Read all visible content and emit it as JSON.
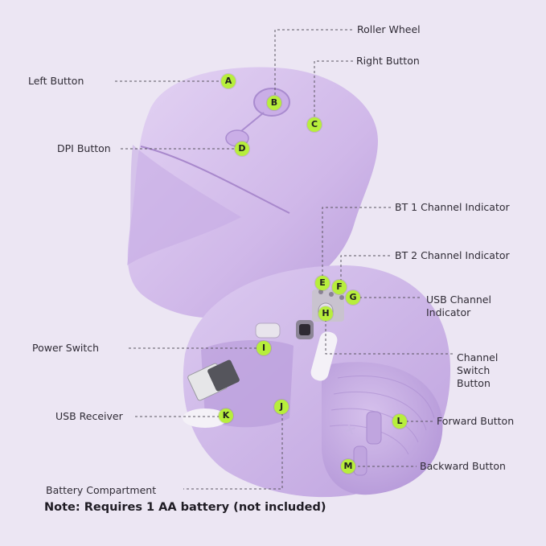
{
  "badges": {
    "a": "A",
    "b": "B",
    "c": "C",
    "d": "D",
    "e": "E",
    "f": "F",
    "g": "G",
    "h": "H",
    "i": "I",
    "j": "J",
    "k": "K",
    "l": "L",
    "m": "M"
  },
  "labels": {
    "roller_wheel": "Roller Wheel",
    "right_button": "Right Button",
    "left_button": "Left Button",
    "dpi_button": "DPI Button",
    "bt1_indicator": "BT 1  Channel Indicator",
    "bt2_indicator": "BT 2  Channel Indicator",
    "usb_indicator_line1": "USB Channel",
    "usb_indicator_line2": "Indicator",
    "power_switch": "Power Switch",
    "channel_switch_line1": "Channel",
    "channel_switch_line2": "Switch",
    "channel_switch_line3": "Button",
    "usb_receiver": "USB Receiver",
    "forward_button": "Forward Button",
    "backward_button": "Backward Button",
    "battery_compartment": "Battery Compartment"
  },
  "note": "Note: Requires 1 AA battery (not included)",
  "colors": {
    "background": "#ece6f3",
    "mouse_body": "#d4bdea",
    "badge": "#b7ee3c"
  }
}
